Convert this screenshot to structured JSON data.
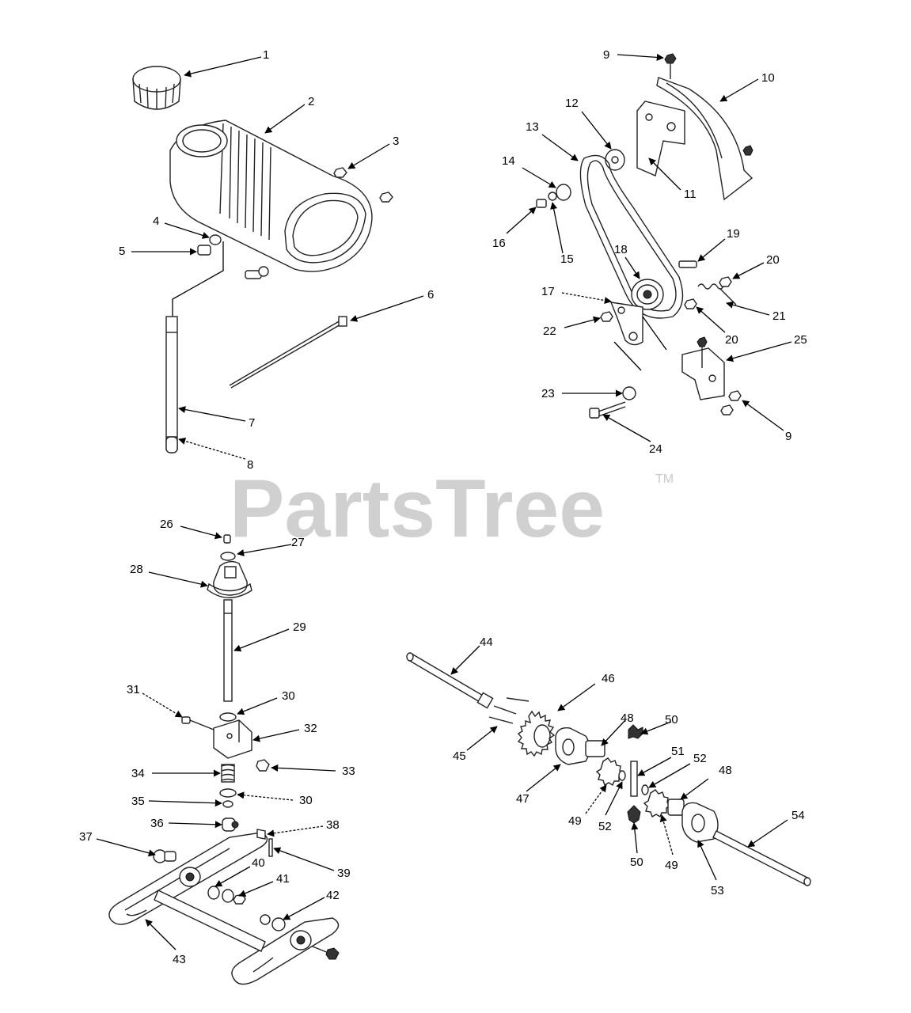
{
  "watermark": {
    "text": "PartsTree",
    "trademark": "TM"
  },
  "callouts": [
    {
      "id": "c1",
      "num": "1"
    },
    {
      "id": "c2",
      "num": "2"
    },
    {
      "id": "c3",
      "num": "3"
    },
    {
      "id": "c4",
      "num": "4"
    },
    {
      "id": "c5",
      "num": "5"
    },
    {
      "id": "c6",
      "num": "6"
    },
    {
      "id": "c7",
      "num": "7"
    },
    {
      "id": "c8",
      "num": "8"
    },
    {
      "id": "c9a",
      "num": "9"
    },
    {
      "id": "c9b",
      "num": "9"
    },
    {
      "id": "c10",
      "num": "10"
    },
    {
      "id": "c11",
      "num": "11"
    },
    {
      "id": "c12",
      "num": "12"
    },
    {
      "id": "c13",
      "num": "13"
    },
    {
      "id": "c14",
      "num": "14"
    },
    {
      "id": "c15",
      "num": "15"
    },
    {
      "id": "c16",
      "num": "16"
    },
    {
      "id": "c17",
      "num": "17"
    },
    {
      "id": "c18",
      "num": "18"
    },
    {
      "id": "c19",
      "num": "19"
    },
    {
      "id": "c20a",
      "num": "20"
    },
    {
      "id": "c20b",
      "num": "20"
    },
    {
      "id": "c21",
      "num": "21"
    },
    {
      "id": "c22",
      "num": "22"
    },
    {
      "id": "c23",
      "num": "23"
    },
    {
      "id": "c24",
      "num": "24"
    },
    {
      "id": "c25",
      "num": "25"
    },
    {
      "id": "c26",
      "num": "26"
    },
    {
      "id": "c27",
      "num": "27"
    },
    {
      "id": "c28",
      "num": "28"
    },
    {
      "id": "c29",
      "num": "29"
    },
    {
      "id": "c30a",
      "num": "30"
    },
    {
      "id": "c30b",
      "num": "30"
    },
    {
      "id": "c31",
      "num": "31"
    },
    {
      "id": "c32",
      "num": "32"
    },
    {
      "id": "c33",
      "num": "33"
    },
    {
      "id": "c34",
      "num": "34"
    },
    {
      "id": "c35",
      "num": "35"
    },
    {
      "id": "c36",
      "num": "36"
    },
    {
      "id": "c37",
      "num": "37"
    },
    {
      "id": "c38",
      "num": "38"
    },
    {
      "id": "c39",
      "num": "39"
    },
    {
      "id": "c40",
      "num": "40"
    },
    {
      "id": "c41",
      "num": "41"
    },
    {
      "id": "c42",
      "num": "42"
    },
    {
      "id": "c43",
      "num": "43"
    },
    {
      "id": "c44",
      "num": "44"
    },
    {
      "id": "c45",
      "num": "45"
    },
    {
      "id": "c46",
      "num": "46"
    },
    {
      "id": "c47",
      "num": "47"
    },
    {
      "id": "c48a",
      "num": "48"
    },
    {
      "id": "c48b",
      "num": "48"
    },
    {
      "id": "c49a",
      "num": "49"
    },
    {
      "id": "c49b",
      "num": "49"
    },
    {
      "id": "c50a",
      "num": "50"
    },
    {
      "id": "c50b",
      "num": "50"
    },
    {
      "id": "c51",
      "num": "51"
    },
    {
      "id": "c52a",
      "num": "52"
    },
    {
      "id": "c52b",
      "num": "52"
    },
    {
      "id": "c53",
      "num": "53"
    },
    {
      "id": "c54",
      "num": "54"
    }
  ]
}
